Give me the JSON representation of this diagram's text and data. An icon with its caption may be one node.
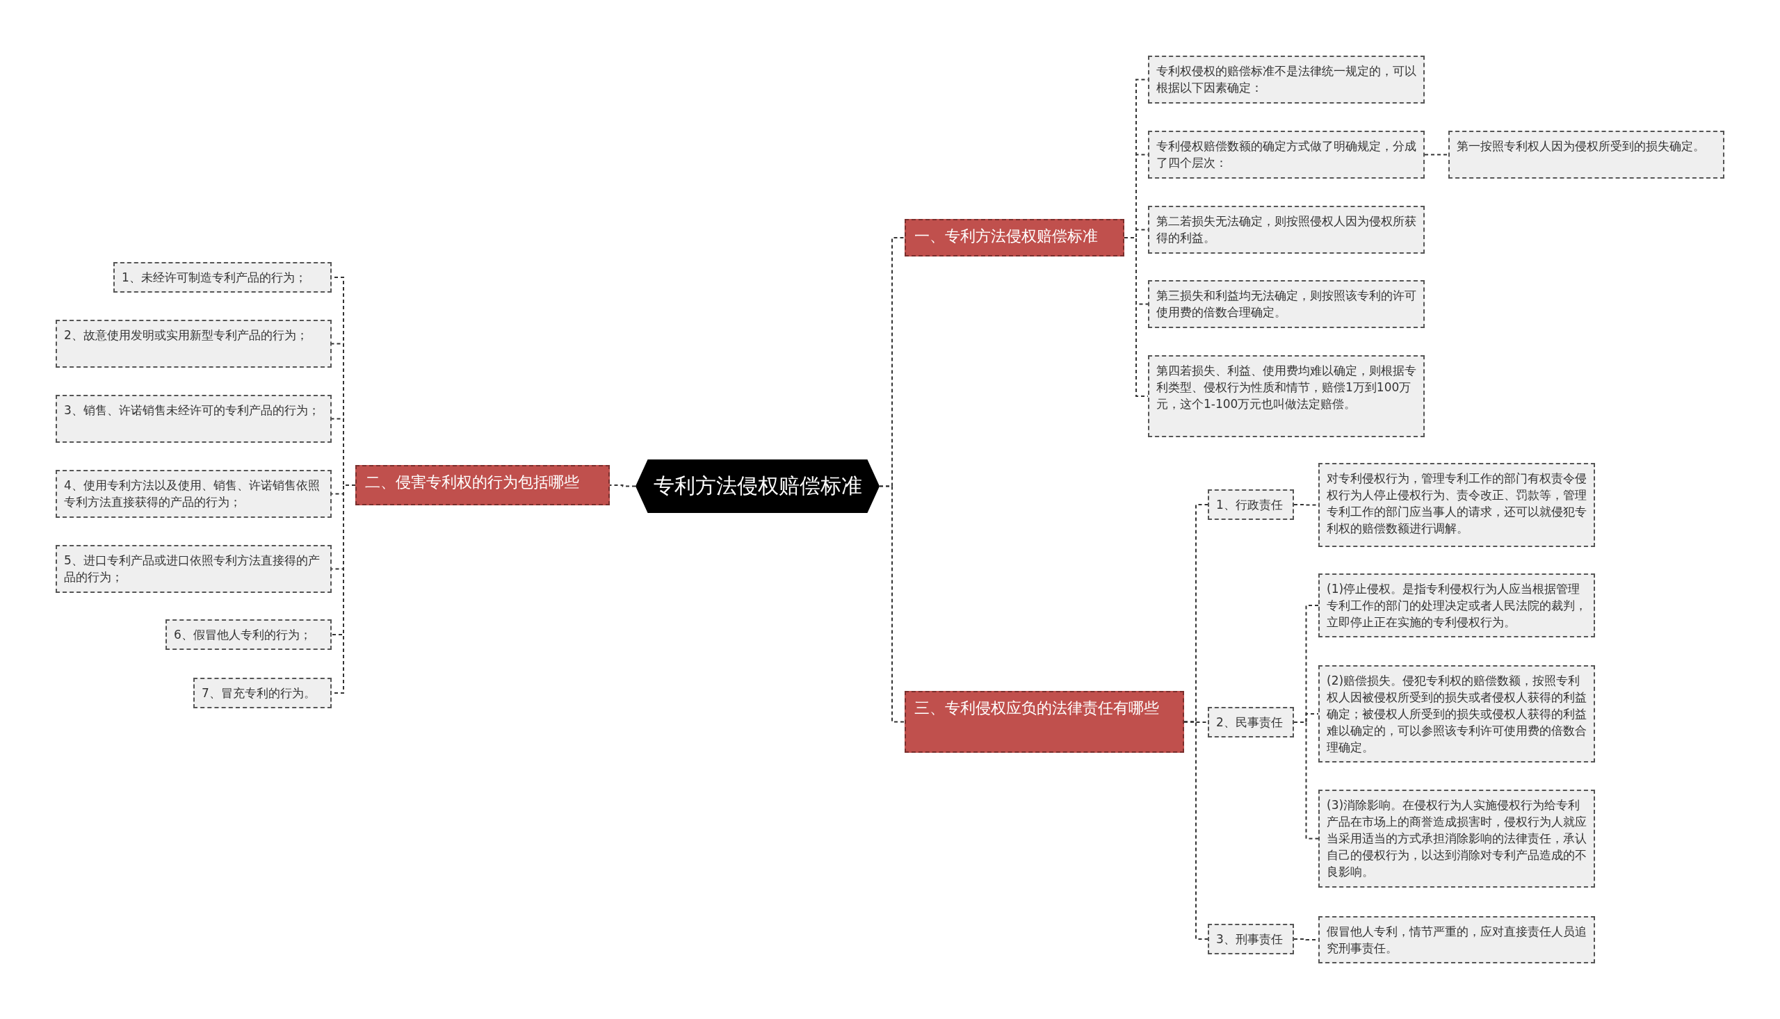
{
  "diagram": {
    "nodes": [
      {
        "text": [
          "专利方法侵权赔偿标准"
        ]
      },
      {
        "text": [
          "一、专利方法侵权赔偿标准"
        ]
      },
      {
        "text": [
          "专利权侵权的赔偿标准不是法律统一规定的，可以根据以下因素确定："
        ]
      },
      {
        "text": [
          "专利侵权赔偿数额的确定方式做了明确规定，分成了四个层次："
        ]
      },
      {
        "text": [
          "第一按照专利权人因为侵权所受到的损失确定。"
        ]
      },
      {
        "text": [
          "第二若损失无法确定，则按照侵权人因为侵权所获得的利益。"
        ]
      },
      {
        "text": [
          "第三损失和利益均无法确定，则按照该专利的许可使用费的倍数合理确定。"
        ]
      },
      {
        "text": [
          "第四若损失、利益、使用费均难以确定，则根据专利类型、侵权行为性质和情节，赔偿1万到100万元，这个1-100万元也叫做法定赔偿。"
        ]
      },
      {
        "text": [
          "二、侵害专利权的行为包括哪些"
        ]
      },
      {
        "text": [
          "1、未经许可制造专利产品的行为；"
        ]
      },
      {
        "text": [
          "2、故意使用发明或实用新型专利产品的行为；"
        ]
      },
      {
        "text": [
          "3、销售、许诺销售未经许可的专利产品的行为；"
        ]
      },
      {
        "text": [
          "4、使用专利方法以及使用、销售、许诺销售依照专利方法直接获得的产品的行为；"
        ]
      },
      {
        "text": [
          "5、进口专利产品或进口依照专利方法直接得的产品的行为；"
        ]
      },
      {
        "text": [
          "6、假冒他人专利的行为；"
        ]
      },
      {
        "text": [
          "7、冒充专利的行为。"
        ]
      },
      {
        "text": [
          "三、专利侵权应负的法律责任有哪些"
        ]
      },
      {
        "text": [
          "1、行政责任"
        ]
      },
      {
        "text": [
          "对专利侵权行为，管理专利工作的部门有权责令侵权行为人停止侵权行为、责令改正、罚款等，管理专利工作的部门应当事人的请求，还可以就侵犯专利权的赔偿数额进行调解。"
        ]
      },
      {
        "text": [
          "2、民事责任"
        ]
      },
      {
        "text": [
          "(1)停止侵权。是指专利侵权行为人应当根据管理专利工作的部门的处理决定或者人民法院的裁判，立即停止正在实施的专利侵权行为。"
        ]
      },
      {
        "text": [
          "(2)赔偿损失。侵犯专利权的赔偿数额，按照专利权人因被侵权所受到的损失或者侵权人获得的利益确定；被侵权人所受到的损失或侵权人获得的利益难以确定的，可以参照该专利许可使用费的倍数合理确定。"
        ]
      },
      {
        "text": [
          "(3)消除影响。在侵权行为人实施侵权行为给专利产品在市场上的商誉造成损害时，侵权行为人就应当采用适当的方式承担消除影响的法律责任，承认自己的侵权行为，以达到消除对专利产品造成的不良影响。"
        ]
      },
      {
        "text": [
          "3、刑事责任"
        ]
      },
      {
        "text": [
          "假冒他人专利，情节严重的，应对直接责任人员追究刑事责任。"
        ]
      }
    ],
    "edges": [
      {
        "from": 0,
        "to": 1,
        "arrow": "none"
      },
      {
        "from": 1,
        "to": 2,
        "arrow": "none"
      },
      {
        "from": 1,
        "to": 3,
        "arrow": "none"
      },
      {
        "from": 3,
        "to": 4,
        "arrow": "none"
      },
      {
        "from": 1,
        "to": 5,
        "arrow": "none"
      },
      {
        "from": 1,
        "to": 6,
        "arrow": "none"
      },
      {
        "from": 1,
        "to": 7,
        "arrow": "none"
      },
      {
        "from": 0,
        "to": 8,
        "arrow": "none"
      },
      {
        "from": 8,
        "to": 9,
        "arrow": "none"
      },
      {
        "from": 8,
        "to": 10,
        "arrow": "none"
      },
      {
        "from": 8,
        "to": 11,
        "arrow": "none"
      },
      {
        "from": 8,
        "to": 12,
        "arrow": "none"
      },
      {
        "from": 8,
        "to": 13,
        "arrow": "none"
      },
      {
        "from": 8,
        "to": 14,
        "arrow": "none"
      },
      {
        "from": 8,
        "to": 15,
        "arrow": "none"
      },
      {
        "from": 0,
        "to": 16,
        "arrow": "none"
      },
      {
        "from": 16,
        "to": 17,
        "arrow": "none"
      },
      {
        "from": 17,
        "to": 18,
        "arrow": "none"
      },
      {
        "from": 16,
        "to": 19,
        "arrow": "none"
      },
      {
        "from": 19,
        "to": 20,
        "arrow": "none"
      },
      {
        "from": 19,
        "to": 21,
        "arrow": "none"
      },
      {
        "from": 19,
        "to": 22,
        "arrow": "none"
      },
      {
        "from": 16,
        "to": 23,
        "arrow": "none"
      },
      {
        "from": 23,
        "to": 24,
        "arrow": "none"
      }
    ]
  }
}
